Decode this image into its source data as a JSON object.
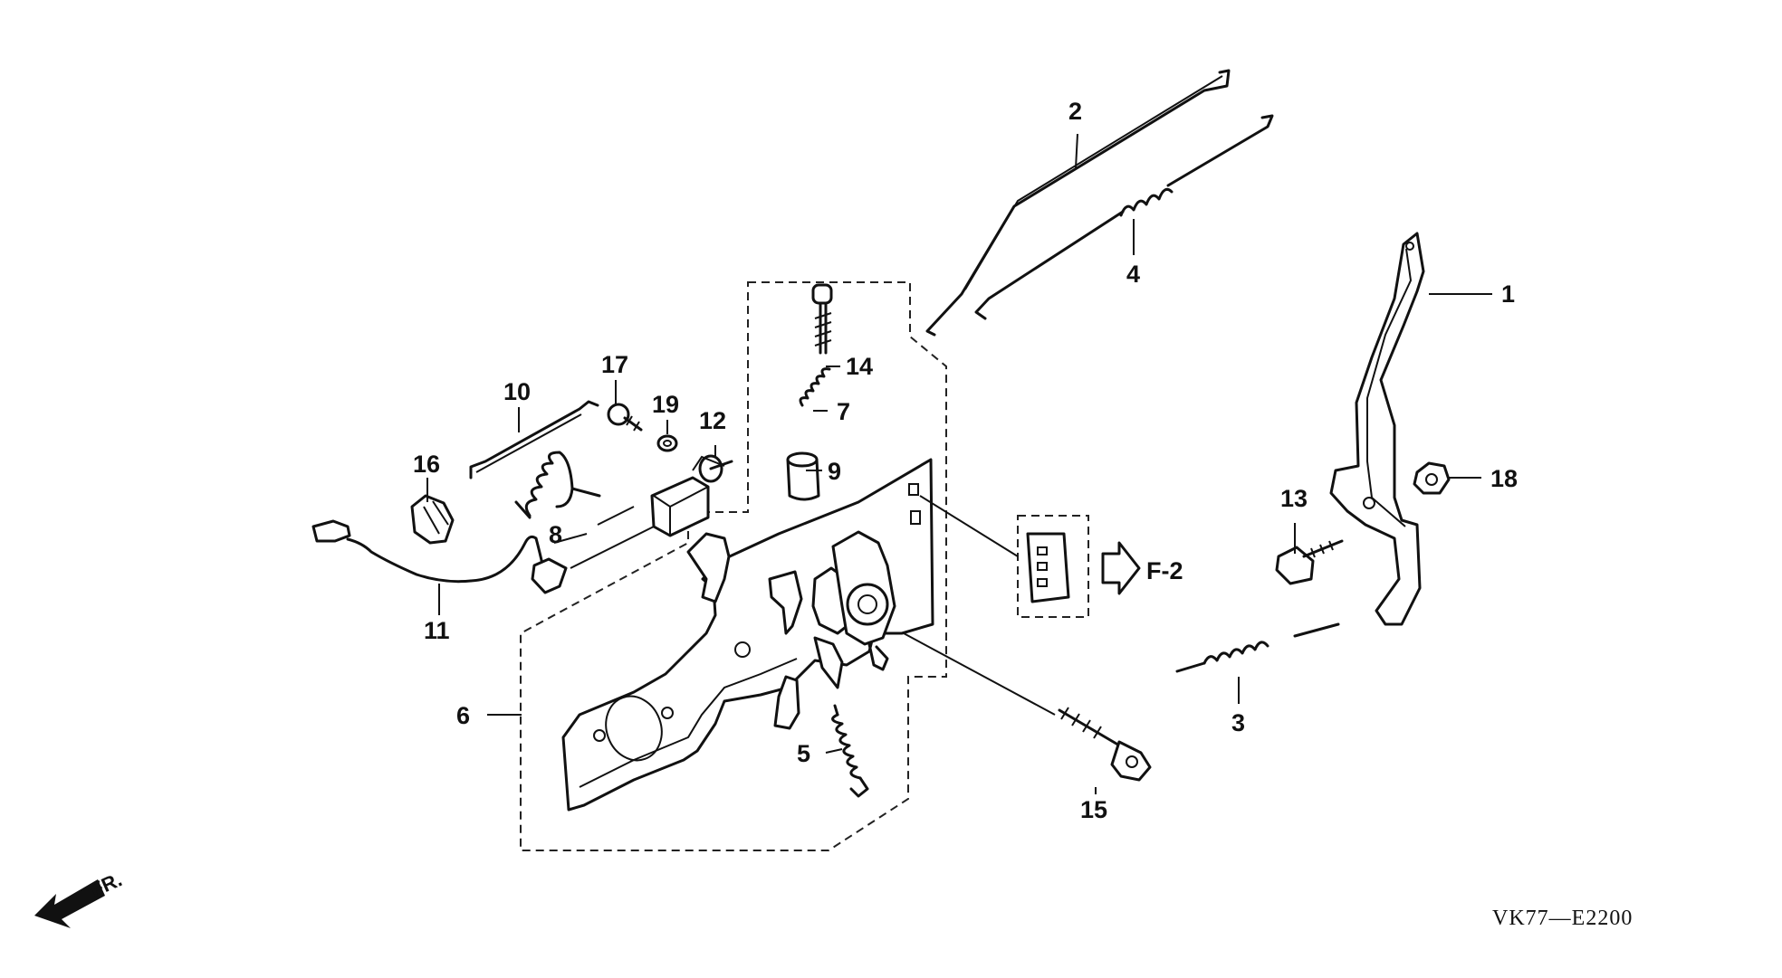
{
  "diagram": {
    "callouts": {
      "c1": "1",
      "c2": "2",
      "c3": "3",
      "c4": "4",
      "c5": "5",
      "c6": "6",
      "c7": "7",
      "c8": "8",
      "c9": "9",
      "c10": "10",
      "c11": "11",
      "c12": "12",
      "c13": "13",
      "c14": "14",
      "c15": "15",
      "c16": "16",
      "c17": "17",
      "c18": "18",
      "c19": "19"
    },
    "reference_label": "F-2",
    "front_label": "FR.",
    "drawing_code": "VK77—E2200"
  }
}
